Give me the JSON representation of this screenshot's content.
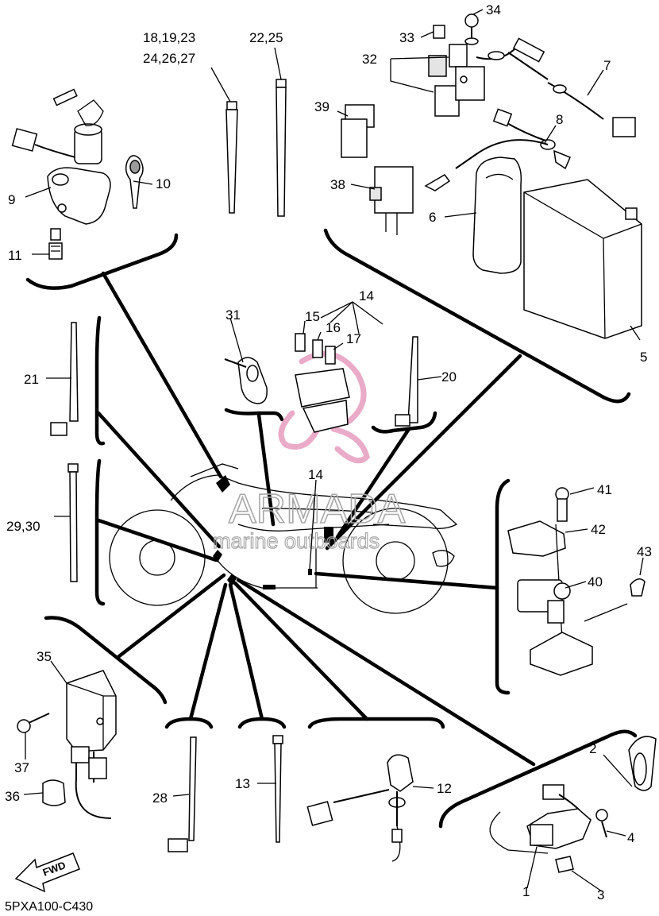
{
  "diagram": {
    "callouts": {
      "c1": "1",
      "c2": "2",
      "c3": "3",
      "c4": "4",
      "c5": "5",
      "c6": "6",
      "c7": "7",
      "c8": "8",
      "c9": "9",
      "c10": "10",
      "c11": "11",
      "c12": "12",
      "c13": "13",
      "c14a": "14",
      "c14b": "14",
      "c15": "15",
      "c16": "16",
      "c17": "17",
      "c18a": "18,19,23",
      "c18b": "24,26,27",
      "c20": "20",
      "c21": "21",
      "c22": "22,25",
      "c28": "28",
      "c29": "29,30",
      "c31": "31",
      "c32": "32",
      "c33": "33",
      "c34": "34",
      "c35": "35",
      "c36": "36",
      "c37": "37",
      "c38": "38",
      "c39": "39",
      "c40": "40",
      "c41": "41",
      "c42": "42",
      "c43": "43"
    },
    "fwd_label": "FWD",
    "diagram_code": "5PXA100-C430",
    "watermark": {
      "brand": "ARMADA",
      "tagline": "marine outboards"
    }
  }
}
